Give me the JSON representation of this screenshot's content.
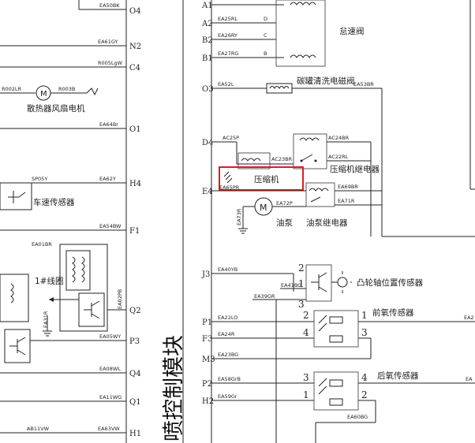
{
  "module_title": "喷控制模块",
  "left_pins": [
    "O4",
    "N2",
    "C4",
    "O1",
    "H4",
    "F1",
    "Q2",
    "P3",
    "Q4",
    "Q1",
    "H1"
  ],
  "right_pins": [
    "A1",
    "A2",
    "B2",
    "B1",
    "O3",
    "D4",
    "E4",
    "J3",
    "P1",
    "F3",
    "M3",
    "P2",
    "H2"
  ],
  "wire_labels": {
    "ea50": "EA50BK",
    "ea61": "EA61GY",
    "r005": "R005LgW",
    "r002": "R002LR",
    "r003": "R003B",
    "ea64": "EA64Br",
    "sp05": "SP05Y",
    "ea62": "EA62Y",
    "ea54": "EA54BW",
    "ea01": "EA01BR",
    "ea02": "EA02PB",
    "ea31": "EA31R",
    "ea05": "EA05WY",
    "ea08": "EA08WL",
    "ea11": "EA11WG",
    "ab11": "AB11VW",
    "ea63": "EA63VW",
    "ea25": "EA25RL",
    "ea26": "EA26RY",
    "ea27": "EA27RG",
    "ea52": "EA52L",
    "ea53": "EA53BR",
    "ac25": "AC25P",
    "ac24": "AC24BR",
    "ac23": "AC23BR",
    "ac22": "AC22RL",
    "ea65": "EA65PR",
    "ea69": "EA69BR",
    "ea71": "EA71R",
    "ea72": "EA72P",
    "ea73": "EA73R",
    "ea40": "EA40YB",
    "ea41": "EA41BG",
    "ea39": "EA39GR",
    "ea22": "EA22LO",
    "ea24": "EA24R",
    "ea23": "EA23BG",
    "ea58": "EA58GrB",
    "ea59": "EA59Gr",
    "ea60": "EA60BG",
    "ea2x": "EA2",
    "eax": "EA"
  },
  "components": {
    "fan_motor": "散热器风扇电机",
    "speed_sensor": "车速传感器",
    "coil1": "1#线圈",
    "idle_valve": "怠速阀",
    "canister_valve": "碳罐清洗电磁阀",
    "compressor": "压缩机",
    "compressor_relay": "压缩机继电器",
    "oil_pump": "油泵",
    "oil_pump_relay": "油泵继电器",
    "cam_sensor": "凸轮轴位置传感器",
    "front_o2": "前氧传感器",
    "rear_o2": "后氧传感器",
    "motor_symbol": "M"
  },
  "connector_numbers": {
    "front_o2": [
      "2",
      "1",
      "4",
      "3"
    ],
    "rear_o2": [
      "3",
      "4",
      "1",
      "2"
    ],
    "cam_sensor": [
      "2",
      "1",
      "3"
    ],
    "idle_valve": [
      "D",
      "C",
      "B"
    ]
  },
  "highlight_color": "#d9201f"
}
